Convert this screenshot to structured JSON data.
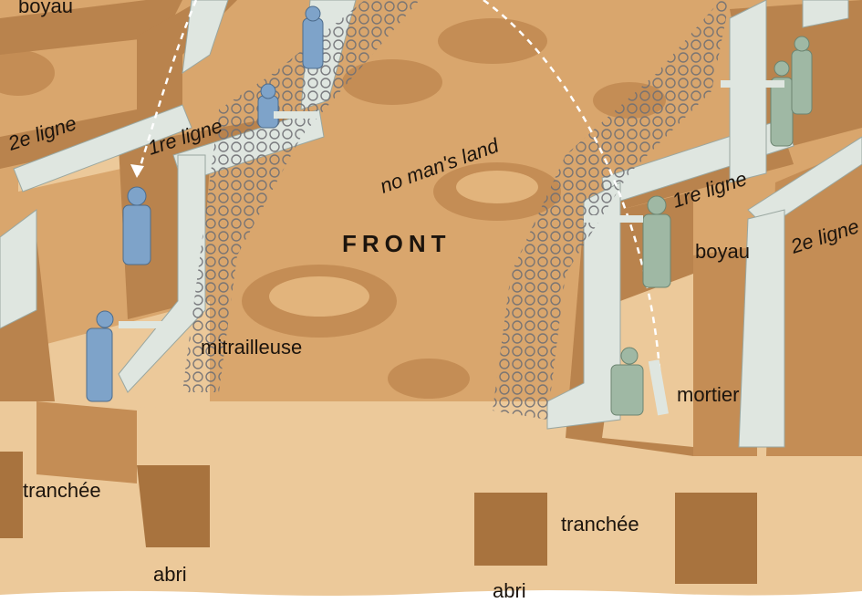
{
  "labels": {
    "boyau_top": "boyau",
    "ligne2_left": "2e ligne",
    "ligne1_left": "1re ligne",
    "no_mans_land": "no man's land",
    "front": "FRONT",
    "ligne1_right": "1re ligne",
    "boyau_right": "boyau",
    "ligne2_right": "2e ligne",
    "mitrailleuse": "mitrailleuse",
    "mortier": "mortier",
    "tranchee_left": "tranchée",
    "tranchee_right": "tranchée",
    "abri_left": "abri",
    "abri_right": "abri"
  },
  "colors": {
    "ground": "#d9a66d",
    "ground_dark": "#c48d55",
    "trench_floor": "#ecc99a",
    "trench_wall": "#b9834d",
    "sandbag": "#dfe6e0",
    "french_uniform": "#7ea3c9",
    "german_uniform": "#9fb8a4",
    "wire": "#6f6f74"
  }
}
